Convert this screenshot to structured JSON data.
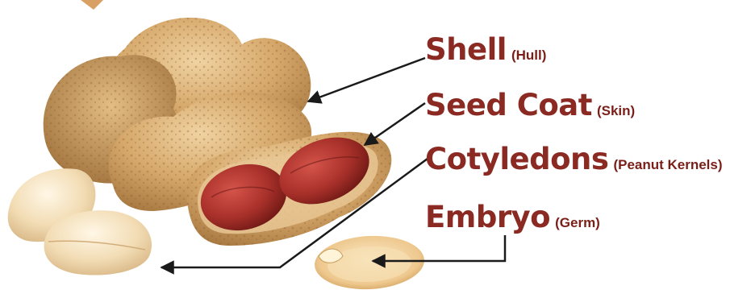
{
  "labels": {
    "shell": {
      "name": "Shell",
      "detail": "(Hull)"
    },
    "seed_coat": {
      "name": "Seed Coat",
      "detail": "(Skin)"
    },
    "cotyledons": {
      "name": "Cotyledons",
      "detail": "(Peanut Kernels)"
    },
    "embryo": {
      "name": "Embryo",
      "detail": "(Germ)"
    }
  },
  "colors": {
    "label_main": "#8b2a23",
    "label_detail": "#7a1f18",
    "arrow": "#1a1a1a",
    "shell": "#d8ae74",
    "seed_coat": "#a8302a",
    "kernel": "#f2dcb4"
  }
}
